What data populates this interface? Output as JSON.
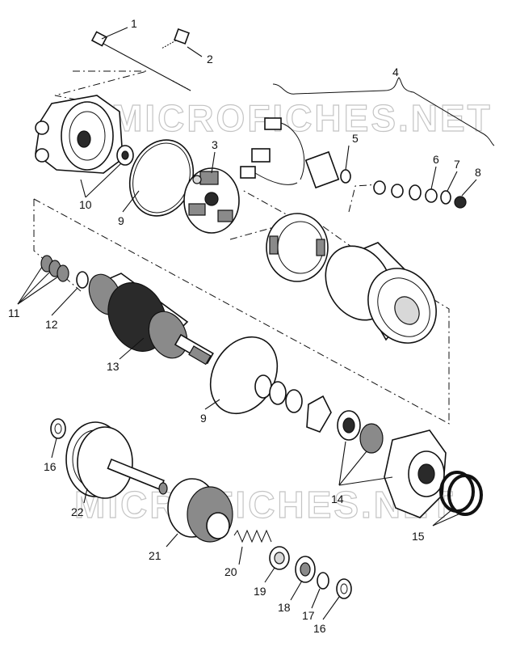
{
  "watermark": {
    "top": "MICROFICHES.NET",
    "bottom": "MICROFICHES.NET"
  },
  "callouts": {
    "c1": "1",
    "c2": "2",
    "c3": "3",
    "c4": "4",
    "c5": "5",
    "c6": "6",
    "c7": "7",
    "c8": "8",
    "c9a": "9",
    "c9b": "9",
    "c10": "10",
    "c11": "11",
    "c12": "12",
    "c13": "13",
    "c14": "14",
    "c15": "15",
    "c16a": "16",
    "c16b": "16",
    "c17": "17",
    "c18": "18",
    "c19": "19",
    "c20": "20",
    "c21": "21",
    "c22": "22"
  },
  "colors": {
    "line": "#111111",
    "watermark": "#c4c4c4",
    "background": "#ffffff"
  }
}
